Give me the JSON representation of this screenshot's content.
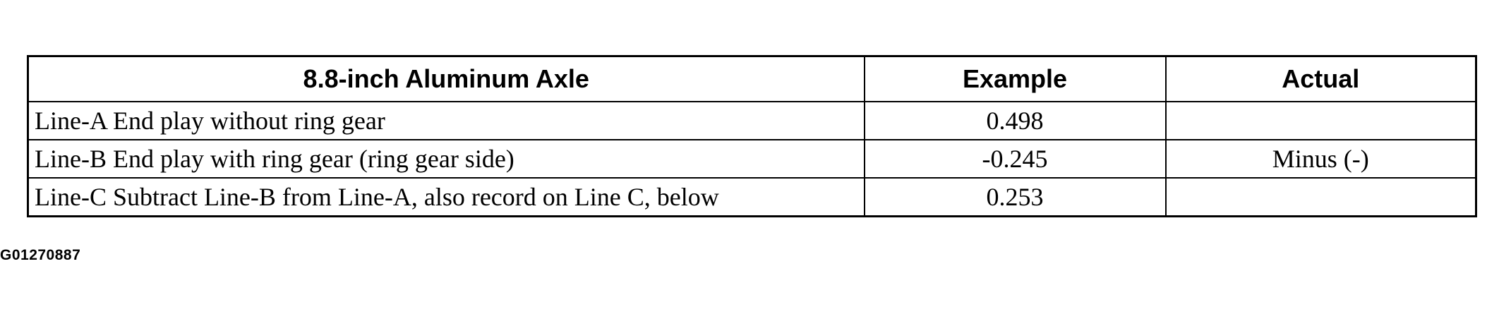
{
  "table": {
    "headers": [
      "8.8-inch Aluminum Axle",
      "Example",
      "Actual"
    ],
    "rows": [
      {
        "description": "Line-A End play without ring gear",
        "example": "0.498",
        "actual": ""
      },
      {
        "description": "Line-B End play with ring gear (ring gear side)",
        "example": "-0.245",
        "actual": "Minus (-)"
      },
      {
        "description": "Line-C Subtract Line-B from Line-A, also record on Line C, below",
        "example": "0.253",
        "actual": ""
      }
    ]
  },
  "figure_id": "G01270887"
}
